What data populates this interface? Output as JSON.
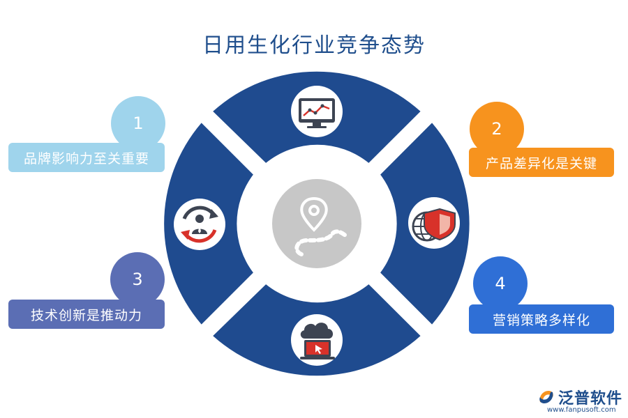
{
  "title": "日用生化行业竞争态势",
  "colors": {
    "ring": "#1f4b8f",
    "center": "#c7c7c7",
    "item1": "#9fd4ec",
    "item2": "#f7931e",
    "item3": "#5b6eb4",
    "item4": "#2f6fd6"
  },
  "items": [
    {
      "number": "1",
      "label": "品牌影响力至关重要"
    },
    {
      "number": "2",
      "label": "产品差异化是关键"
    },
    {
      "number": "3",
      "label": "技术创新是推动力"
    },
    {
      "number": "4",
      "label": "营销策略多样化"
    }
  ],
  "icons": {
    "top": "monitor-chart-icon",
    "right": "globe-shield-icon",
    "bottom": "cloud-laptop-icon",
    "left": "person-cycle-icon",
    "center": "location-route-icon"
  },
  "logo": {
    "name": "泛普软件",
    "url": "www.fanpusoft.com"
  }
}
